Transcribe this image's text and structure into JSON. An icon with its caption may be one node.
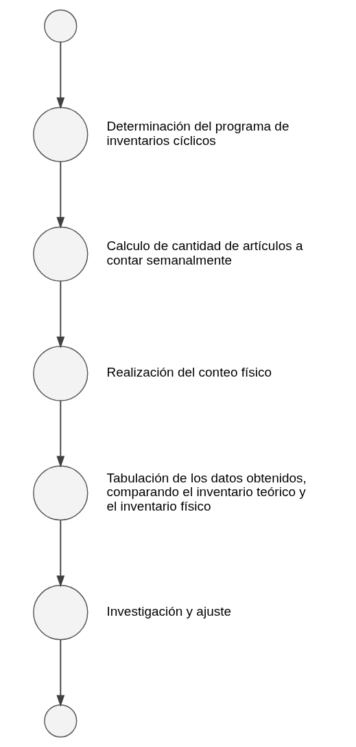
{
  "diagram": {
    "nodes": [
      {
        "text": [],
        "shape": "circle"
      },
      {
        "text": [],
        "shape": "circle",
        "beside": [
          "Determinación del programa de inventarios cíclicos"
        ]
      },
      {
        "text": [],
        "shape": "circle",
        "beside": [
          "Calculo de cantidad de artículos a contar semanalmente"
        ]
      },
      {
        "text": [],
        "shape": "circle",
        "beside": [
          "Realización del conteo físico"
        ]
      },
      {
        "text": [],
        "shape": "circle",
        "beside": [
          "Tabulación de los datos obtenidos, comparando el inventario teórico y el inventario físico"
        ]
      },
      {
        "text": [],
        "shape": "circle",
        "beside": [
          "Investigación y ajuste"
        ]
      },
      {
        "text": [],
        "shape": "circle"
      }
    ],
    "edges": [
      {
        "from": 0,
        "to": 1,
        "arrow": "to"
      },
      {
        "from": 1,
        "to": 2,
        "arrow": "to"
      },
      {
        "from": 2,
        "to": 3,
        "arrow": "to"
      },
      {
        "from": 3,
        "to": 4,
        "arrow": "to"
      },
      {
        "from": 4,
        "to": 5,
        "arrow": "to"
      },
      {
        "from": 5,
        "to": 6,
        "arrow": "to"
      }
    ]
  }
}
